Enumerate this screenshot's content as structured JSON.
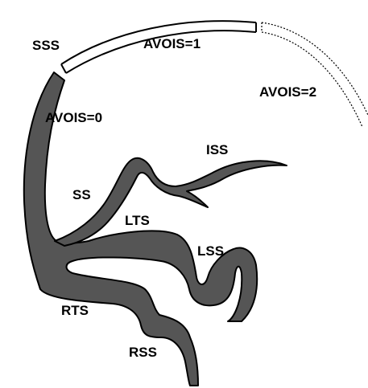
{
  "labels": {
    "sss": "SSS",
    "avois1": "AVOIS=1",
    "avois2": "AVOIS=2",
    "avois0": "AVOIS=0",
    "iss": "ISS",
    "ss": "SS",
    "lts": "LTS",
    "lss": "LSS",
    "rts": "RTS",
    "rss": "RSS"
  },
  "colors": {
    "vessel_fill": "#555555",
    "outline": "#000000",
    "background": "#ffffff"
  }
}
